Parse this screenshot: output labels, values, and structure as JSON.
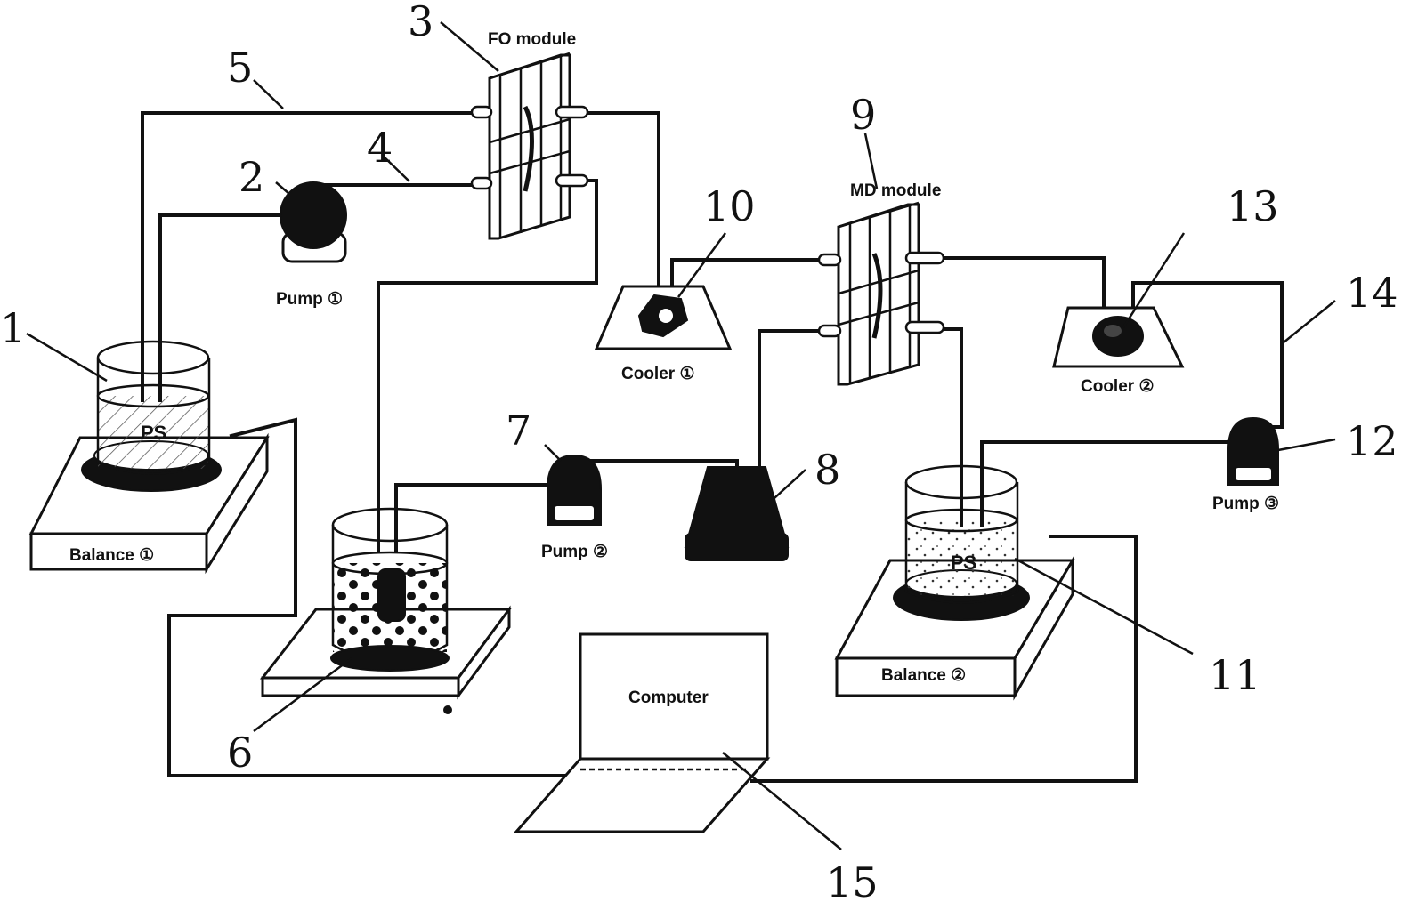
{
  "labels": {
    "fo_module": "FO module",
    "md_module": "MD module",
    "pump1": "Pump ①",
    "pump2": "Pump ②",
    "pump3": "Pump ③",
    "cooler1": "Cooler ①",
    "cooler2": "Cooler ②",
    "balance1": "Balance ①",
    "balance2": "Balance ②",
    "computer": "Computer",
    "ps1": "PS",
    "ps2": "PS"
  },
  "numbers": {
    "n1": "1",
    "n2": "2",
    "n3": "3",
    "n4": "4",
    "n5": "5",
    "n6": "6",
    "n7": "7",
    "n8": "8",
    "n9": "9",
    "n10": "10",
    "n11": "11",
    "n12": "12",
    "n13": "13",
    "n14": "14",
    "n15": "15"
  }
}
